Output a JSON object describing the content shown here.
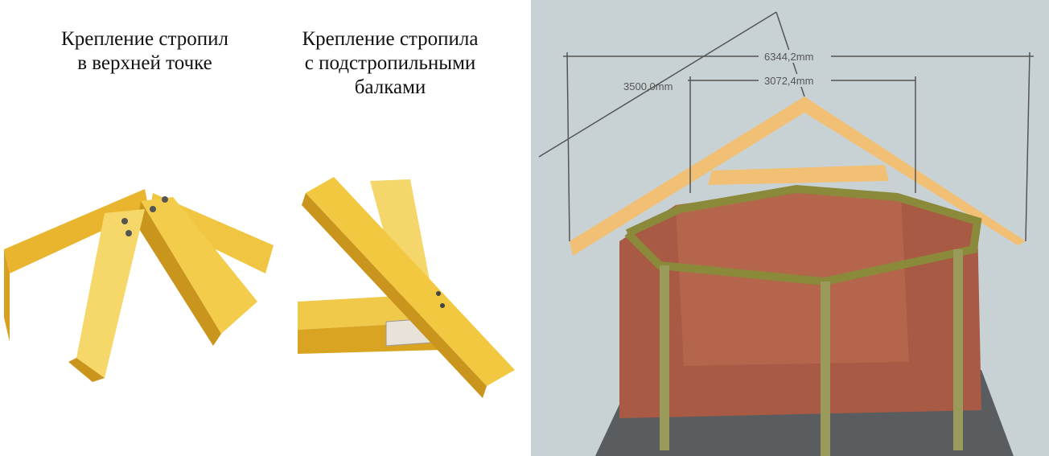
{
  "captions": {
    "top_fastening": [
      "Крепление стропил",
      "в верхней точке"
    ],
    "underbeam_fastening": [
      "Крепление стропила",
      "с подстропильными",
      "балками"
    ]
  },
  "dimensions": {
    "overall_width": "6344,2mm",
    "inner_width": "3072,4mm",
    "rafter_length": "3500,0mm"
  },
  "colors": {
    "wood": "#f2c94a",
    "wood_dark": "#c99a1e",
    "brick": "#a85a44",
    "background_right": "#c8d2d5"
  }
}
